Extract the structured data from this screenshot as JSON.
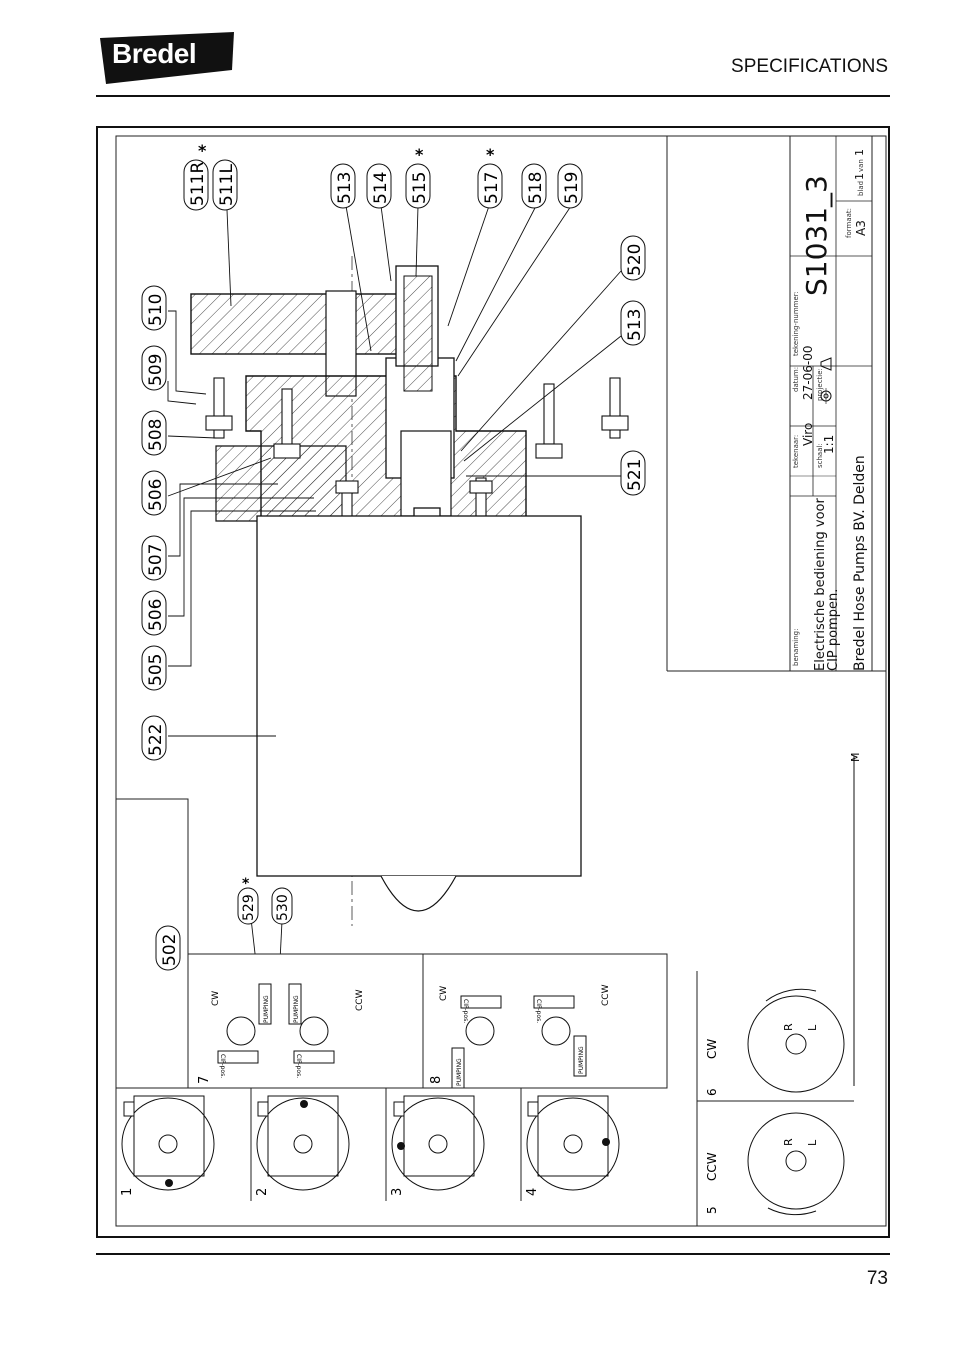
{
  "header": {
    "brand": "Bredel",
    "section": "SPECIFICATIONS"
  },
  "footer": {
    "page_number": "73"
  },
  "drawing": {
    "part_labels": {
      "p511R": "511R",
      "p511L": "511L",
      "p513a": "513",
      "p514": "514",
      "p515": "515",
      "p517": "517",
      "p518": "518",
      "p519": "519",
      "p520": "520",
      "p513b": "513",
      "p521": "521",
      "p510": "510",
      "p509": "509",
      "p508": "508",
      "p506a": "506",
      "p507": "507",
      "p506b": "506",
      "p505": "505",
      "p522": "522",
      "p502": "502",
      "p529": "529",
      "p530": "530"
    },
    "star": "*",
    "motor_label": "M",
    "title_block": {
      "benaming_caption": "benaming:",
      "description_line1": "Electrische bediening voor",
      "description_line2": "CIP pompen.",
      "company": "Bredel Hose Pumps BV. Delden",
      "tekenaar_caption": "tekenaar:",
      "tekenaar": "Viro",
      "schaal_caption": "schaal:",
      "schaal": "1:1",
      "datum_caption": "datum:",
      "datum": "27-06-00",
      "projectie_caption": "projectie:",
      "tekening_caption": "tekening-nummer:",
      "drawing_number": "S1031_3",
      "formaat_caption": "formaat:",
      "formaat": "A3",
      "blad_caption": "blad",
      "blad": "1",
      "van_caption": "van",
      "van": "1"
    },
    "switch_panels": {
      "p7_number": "7",
      "p8_number": "8",
      "cw": "CW",
      "ccw": "CCW",
      "pumping": "PUMPING",
      "cip_pos": "CIP-pos."
    },
    "positions": {
      "n1": "1",
      "n2": "2",
      "n3": "3",
      "n4": "4",
      "n5": "5",
      "n6": "6",
      "cw": "CW",
      "ccw": "CCW",
      "r": "R",
      "l": "L"
    }
  }
}
